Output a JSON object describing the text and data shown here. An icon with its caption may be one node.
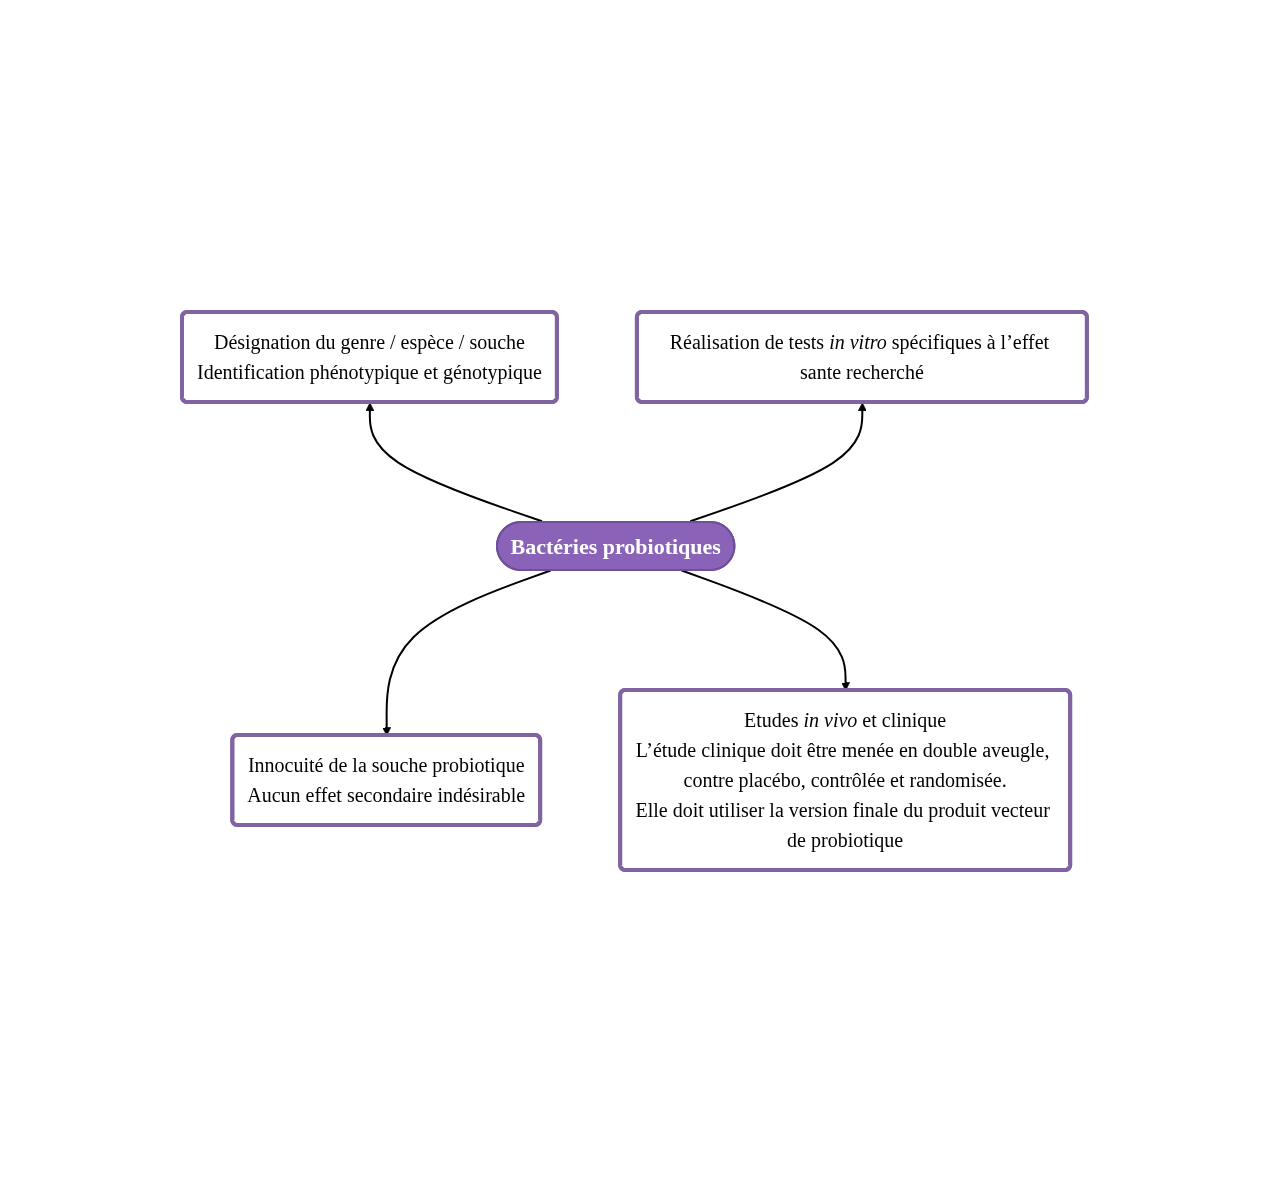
{
  "diagram": {
    "nodes": [
      {
        "text": [
          "Désignation du genre / espèce / souche",
          "Identification phénotypique et génotypique"
        ]
      },
      {
        "text": [
          "Réalisation de tests *in vitro* spécifiques à l’effet sante recherché"
        ]
      },
      {
        "text": [
          "Bactéries probiotiques"
        ]
      },
      {
        "text": [
          "Innocuité de la souche probiotique",
          "Aucun effet secondaire indésirable"
        ]
      },
      {
        "text": [
          "Etudes *in vivo* et clinique",
          "L’étude clinique doit être menée en double aveugle, contre placébo, contrôlée et randomisée.",
          "Elle doit utiliser la version finale du produit vecteur de probiotique"
        ]
      }
    ],
    "edges": [
      {
        "from": 2,
        "to": 0,
        "arrow": "to"
      },
      {
        "from": 2,
        "to": 1,
        "arrow": "to"
      },
      {
        "from": 2,
        "to": 3,
        "arrow": "to"
      },
      {
        "from": 2,
        "to": 4,
        "arrow": "to"
      }
    ]
  }
}
